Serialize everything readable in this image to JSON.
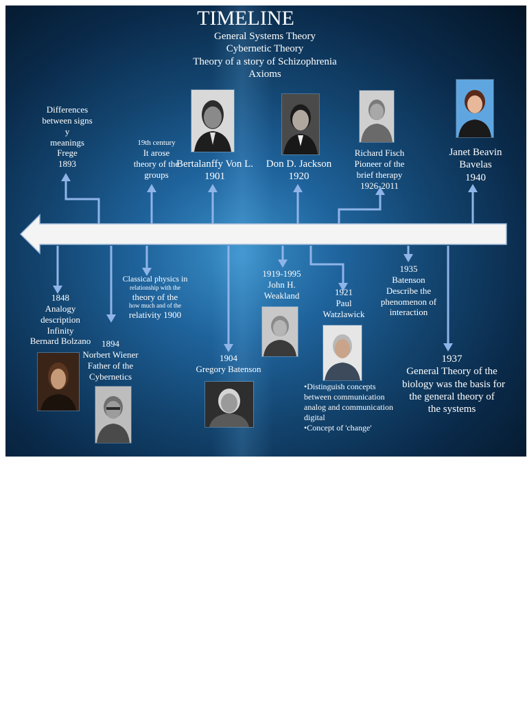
{
  "title": "TIMELINE",
  "theories": [
    "General Systems Theory",
    "Cybernetic Theory",
    "Theory of a story of Schizophrenia",
    "Axioms"
  ],
  "above": {
    "frege": [
      "Differences",
      "between signs",
      "y",
      "meanings",
      "Frege",
      "1893"
    ],
    "groups": [
      "19th century",
      "It arose",
      "theory of the",
      "groups"
    ],
    "bertalanffy": [
      "Bertalanffy Von L.",
      "1901"
    ],
    "jackson": [
      "Don D. Jackson",
      "1920"
    ],
    "fisch": [
      "Richard Fisch",
      "Pioneer of the",
      "brief therapy",
      "1926-2011"
    ],
    "bavelas": [
      "Janet Beavin",
      "Bavelas",
      "1940"
    ]
  },
  "below": {
    "bolzano": [
      "1848",
      "Analogy",
      "description",
      "Infinity",
      "Bernard Bolzano"
    ],
    "wiener": [
      "1894",
      "Norbert Wiener",
      "Father of the",
      "Cybernetics"
    ],
    "physics": [
      "Classical physics in",
      "relationship with the",
      "theory of the",
      "how much and of the",
      "relativity 1900"
    ],
    "bateson": [
      "1904",
      "Gregory Batenson"
    ],
    "weakland": [
      "1919-1995",
      "John H.",
      "Weakland"
    ],
    "watzlawick": [
      "1921",
      "Paul",
      "Watzlawick"
    ],
    "watzlawick_notes": [
      "•Distinguish concepts",
      "between communication",
      "analog and communication",
      "digital",
      "•Concept of 'change'"
    ],
    "batenson1935": [
      "1935",
      "Batenson",
      "Describe the",
      "phenomenon of",
      "interaction"
    ],
    "general1937": [
      "1937",
      "General Theory of the",
      "biology was the basis for",
      "the general theory of",
      "the systems"
    ]
  },
  "colors": {
    "connector": "#8fb4e8",
    "arrow_fill": "#f4f4f4",
    "bg_dark": "#041526",
    "bg_light": "#3a8fc8"
  }
}
